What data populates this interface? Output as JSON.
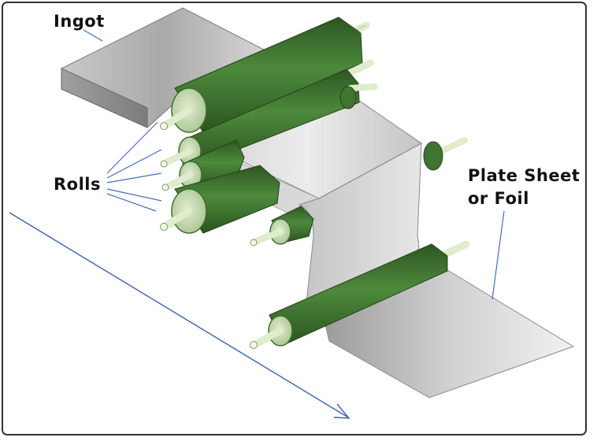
{
  "labels": {
    "ingot": "Ingot",
    "rolls": "Rolls",
    "plate_line1": "Plate Sheet",
    "plate_line2": "or Foil"
  },
  "colors": {
    "roll_body": "#3e7430",
    "roll_dark": "#2f5a24",
    "roll_end": "#c4dab0",
    "shaft": "#e6f2d6",
    "metal_light": "#efefef",
    "metal_dark": "#8a8a8a",
    "leader_line": "#4a6fb5",
    "frame": "#333333"
  }
}
